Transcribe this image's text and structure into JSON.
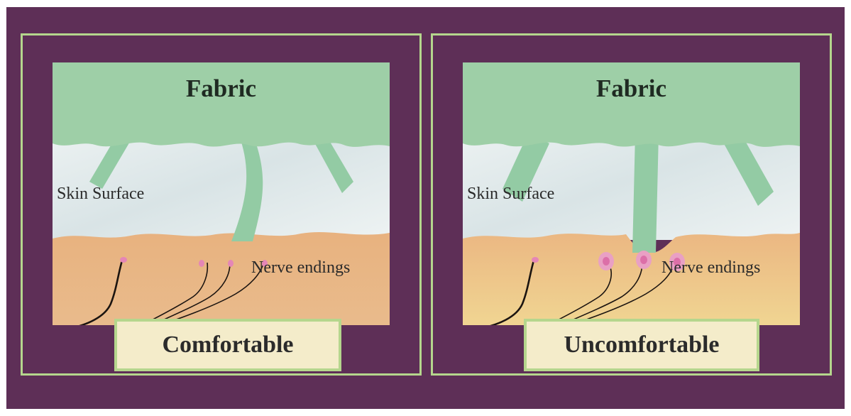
{
  "panels": [
    {
      "fabric_label": "Fabric",
      "skin_label": "Skin Surface",
      "nerve_label": "Nerve endings",
      "caption": "Comfortable"
    },
    {
      "fabric_label": "Fabric",
      "skin_label": "Skin Surface",
      "nerve_label": "Nerve endings",
      "caption": "Uncomfortable"
    }
  ],
  "colors": {
    "background": "#5e2f57",
    "frame": "#b5d68d",
    "fabric": "#9ecfa7",
    "fiber": "#93cba4",
    "skin_surface": "#e4eced",
    "tissue": "#e9b886",
    "nerve_tip": "#e586b6",
    "caption_bg": "#f4ecca"
  }
}
